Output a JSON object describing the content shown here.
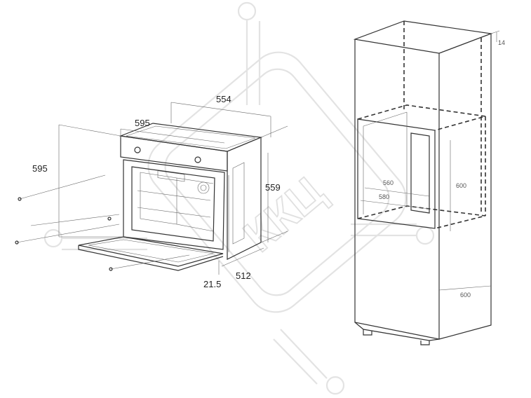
{
  "oven": {
    "dim_width_top": "554",
    "dim_width_front": "595",
    "dim_height": "595",
    "dim_depth": "559",
    "dim_bottom_depth": "512",
    "dim_door": "21.5"
  },
  "cabinet": {
    "dim_top_right": "14",
    "dim_niche_width_a": "560",
    "dim_niche_width_b": "580",
    "dim_niche_height": "600",
    "dim_base_depth": "600"
  },
  "watermark": {
    "text": "ККЦ"
  }
}
